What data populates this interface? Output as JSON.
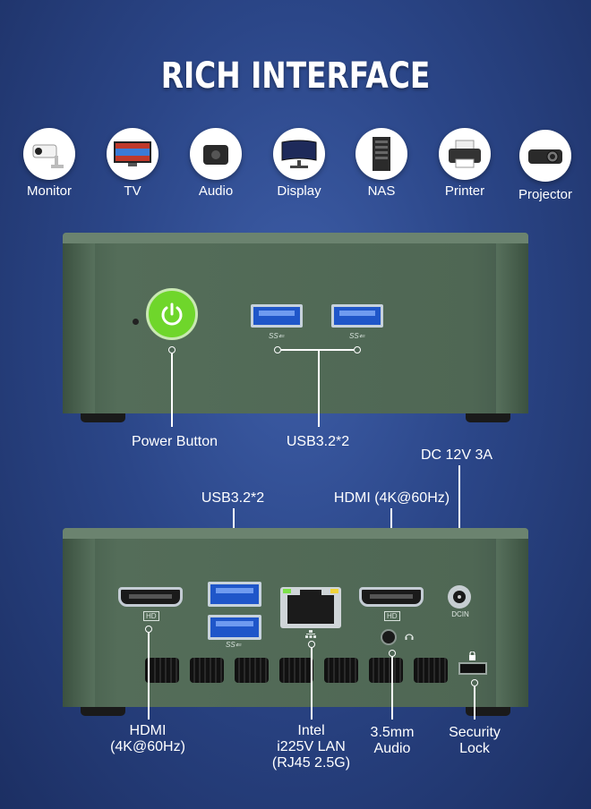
{
  "title": "RICH INTERFACE",
  "devices": [
    {
      "label": "Monitor",
      "icon": "cctv-camera-icon"
    },
    {
      "label": "TV",
      "icon": "tv-icon"
    },
    {
      "label": "Audio",
      "icon": "speaker-icon"
    },
    {
      "label": "Display",
      "icon": "monitor-display-icon"
    },
    {
      "label": "NAS",
      "icon": "nas-server-icon"
    },
    {
      "label": "Printer",
      "icon": "printer-icon"
    },
    {
      "label": "Projector",
      "icon": "projector-icon"
    }
  ],
  "front": {
    "power_label": "Power Button",
    "usb_label": "USB3.2*2",
    "usb_mark": "SS⇐",
    "power_icon": "power-icon",
    "power_color": "#6fd62b"
  },
  "rear": {
    "usb_label": "USB3.2*2",
    "hdmi_top_label": "HDMI (4K@60Hz)",
    "dc_label": "DC 12V 3A",
    "hdmi_bottom_label_1": "HDMI",
    "hdmi_bottom_label_2": "(4K@60Hz)",
    "lan_label_1": "Intel",
    "lan_label_2": "i225V LAN",
    "lan_label_3": "(RJ45 2.5G)",
    "audio_label_1": "3.5mm",
    "audio_label_2": "Audio",
    "lock_label_1": "Security",
    "lock_label_2": "Lock",
    "hd_tag": "HD",
    "dcin_tag": "DCIN",
    "usb_mark": "SS⇐"
  },
  "colors": {
    "chassis": "#4e6655",
    "usb_blue": "#1f56c9",
    "background": "#2b4688"
  }
}
